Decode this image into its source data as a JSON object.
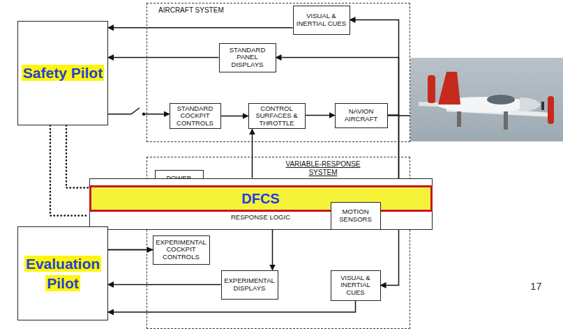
{
  "diagram": {
    "nodes": [
      {
        "text": [
          "Safety Pilot"
        ]
      },
      {
        "text": [
          "AIRCRAFT SYSTEM"
        ]
      },
      {
        "text": [
          "VISUAL & INERTIAL CUES"
        ],
        "in": 1
      },
      {
        "text": [
          "STANDARD PANEL DISPLAYS"
        ],
        "in": 1
      },
      {
        "text": [
          "STANDARD COCKPIT CONTROLS"
        ],
        "in": 1
      },
      {
        "text": [
          "CONTROL SURFACES & THROTTLE"
        ],
        "in": 1
      },
      {
        "text": [
          "NAVION AIRCRAFT"
        ],
        "in": 1
      },
      {
        "text": [
          "VARIABLE-RESPONSE SYSTEM"
        ]
      },
      {
        "text": [
          "POWER ACTUATORS"
        ],
        "in": 7
      },
      {
        "text": [
          "DFCS",
          "RESPONSE LOGIC"
        ],
        "in": 7
      },
      {
        "text": [
          "MOTION SENSORS"
        ],
        "in": 7
      },
      {
        "text": [
          "Evaluation Pilot"
        ]
      },
      {
        "text": [
          "EXPERIMENTAL COCKPIT CONTROLS"
        ],
        "in": 7
      },
      {
        "text": [
          "EXPERIMENTAL DISPLAYS"
        ],
        "in": 7
      },
      {
        "text": [
          "VISUAL & INERTIAL CUES"
        ],
        "in": 7
      }
    ],
    "edges": [
      {
        "from": 2,
        "to": 0,
        "arrow": "to"
      },
      {
        "from": 3,
        "to": 0,
        "arrow": "to"
      },
      {
        "from": 0,
        "to": 4,
        "arrow": "to"
      },
      {
        "from": 4,
        "to": 5,
        "arrow": "to"
      },
      {
        "from": 5,
        "to": 6,
        "arrow": "to"
      },
      {
        "from": 6,
        "to": 2,
        "arrow": "to"
      },
      {
        "from": 6,
        "to": 3,
        "arrow": "to"
      },
      {
        "from": 6,
        "to": 10,
        "arrow": "to"
      },
      {
        "from": 6,
        "to": 14,
        "arrow": "to"
      },
      {
        "from": 9,
        "to": 5,
        "arrow": "to"
      },
      {
        "from": 9,
        "to": 8,
        "arrow": "to"
      },
      {
        "from": 10,
        "to": 9,
        "arrow": "to"
      },
      {
        "from": 12,
        "to": 9,
        "arrow": "to"
      },
      {
        "from": 9,
        "to": 13,
        "arrow": "to"
      },
      {
        "from": 13,
        "to": 11,
        "arrow": "to"
      },
      {
        "from": 14,
        "to": 11,
        "arrow": "to"
      },
      {
        "from": 11,
        "to": 12,
        "arrow": "to"
      },
      {
        "from": 0,
        "to": 8,
        "arrow": "none"
      },
      {
        "from": 0,
        "to": 9,
        "arrow": "none"
      }
    ],
    "labels": [
      "17"
    ]
  }
}
